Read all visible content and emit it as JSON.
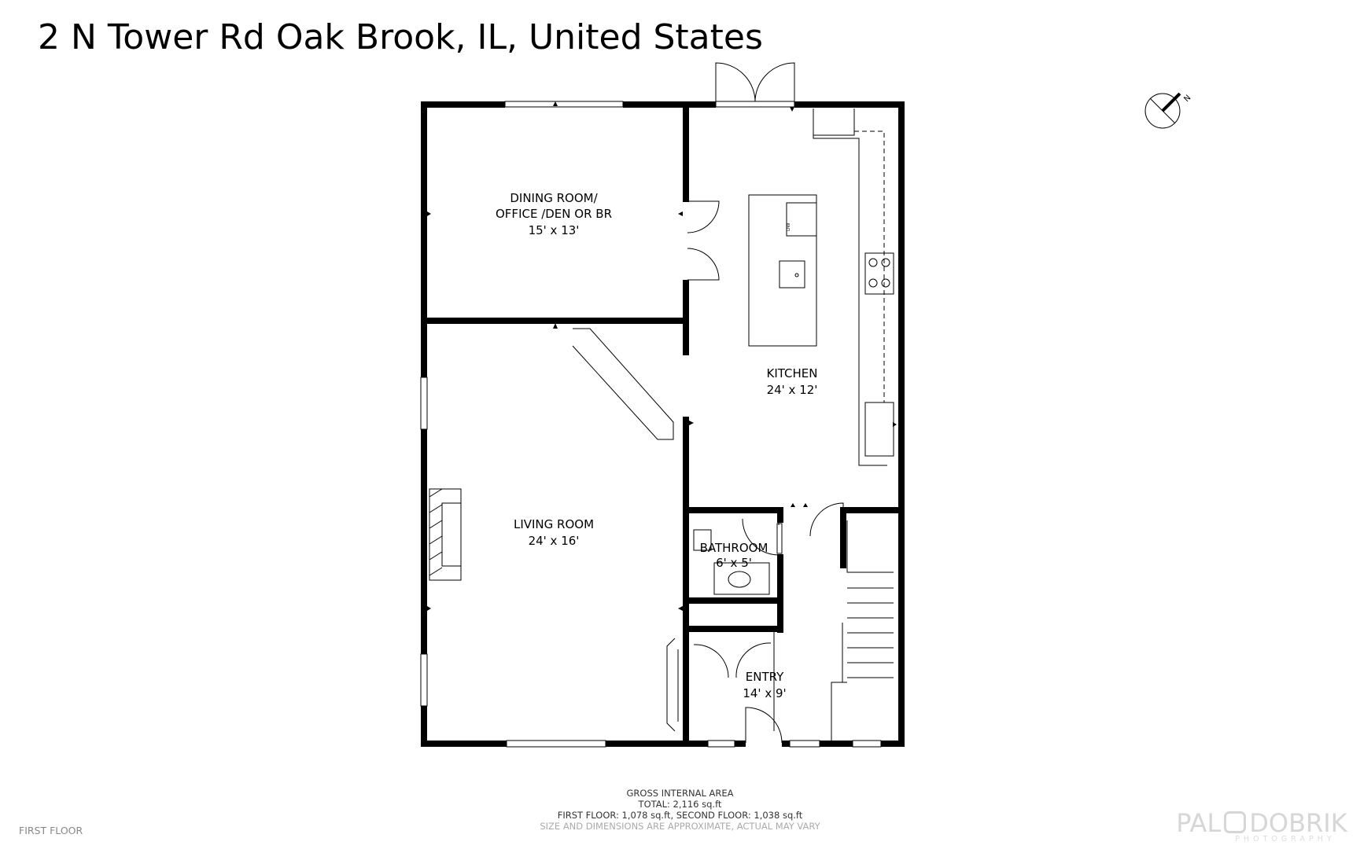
{
  "title": "2 N Tower Rd Oak Brook, IL, United States",
  "rooms": {
    "dining": {
      "line1": "DINING ROOM/",
      "line2": "OFFICE /DEN OR BR",
      "dims": "15' x 13'"
    },
    "kitchen": {
      "name": "KITCHEN",
      "dims": "24' x 12'"
    },
    "living": {
      "name": "LIVING ROOM",
      "dims": "24' x 16'"
    },
    "bathroom": {
      "name": "BATHROOM",
      "dims": "6' x 5'"
    },
    "entry": {
      "name": "ENTRY",
      "dims": "14' x 9'"
    }
  },
  "appliance_labels": {
    "dishwasher": "DW"
  },
  "compass": {
    "label": "N",
    "icon": "compass-icon"
  },
  "footer": {
    "heading": "GROSS INTERNAL AREA",
    "total": "TOTAL: 2,116 sq.ft",
    "floors": "FIRST FLOOR: 1,078 sq.ft, SECOND FLOOR: 1,038 sq.ft",
    "note": "SIZE AND DIMENSIONS ARE APPROXIMATE, ACTUAL MAY VARY"
  },
  "floor_label": "FIRST FLOOR",
  "logo": {
    "left": "PAL",
    "right": "DOBRIK",
    "sub": "PHOTOGRAPHY"
  }
}
